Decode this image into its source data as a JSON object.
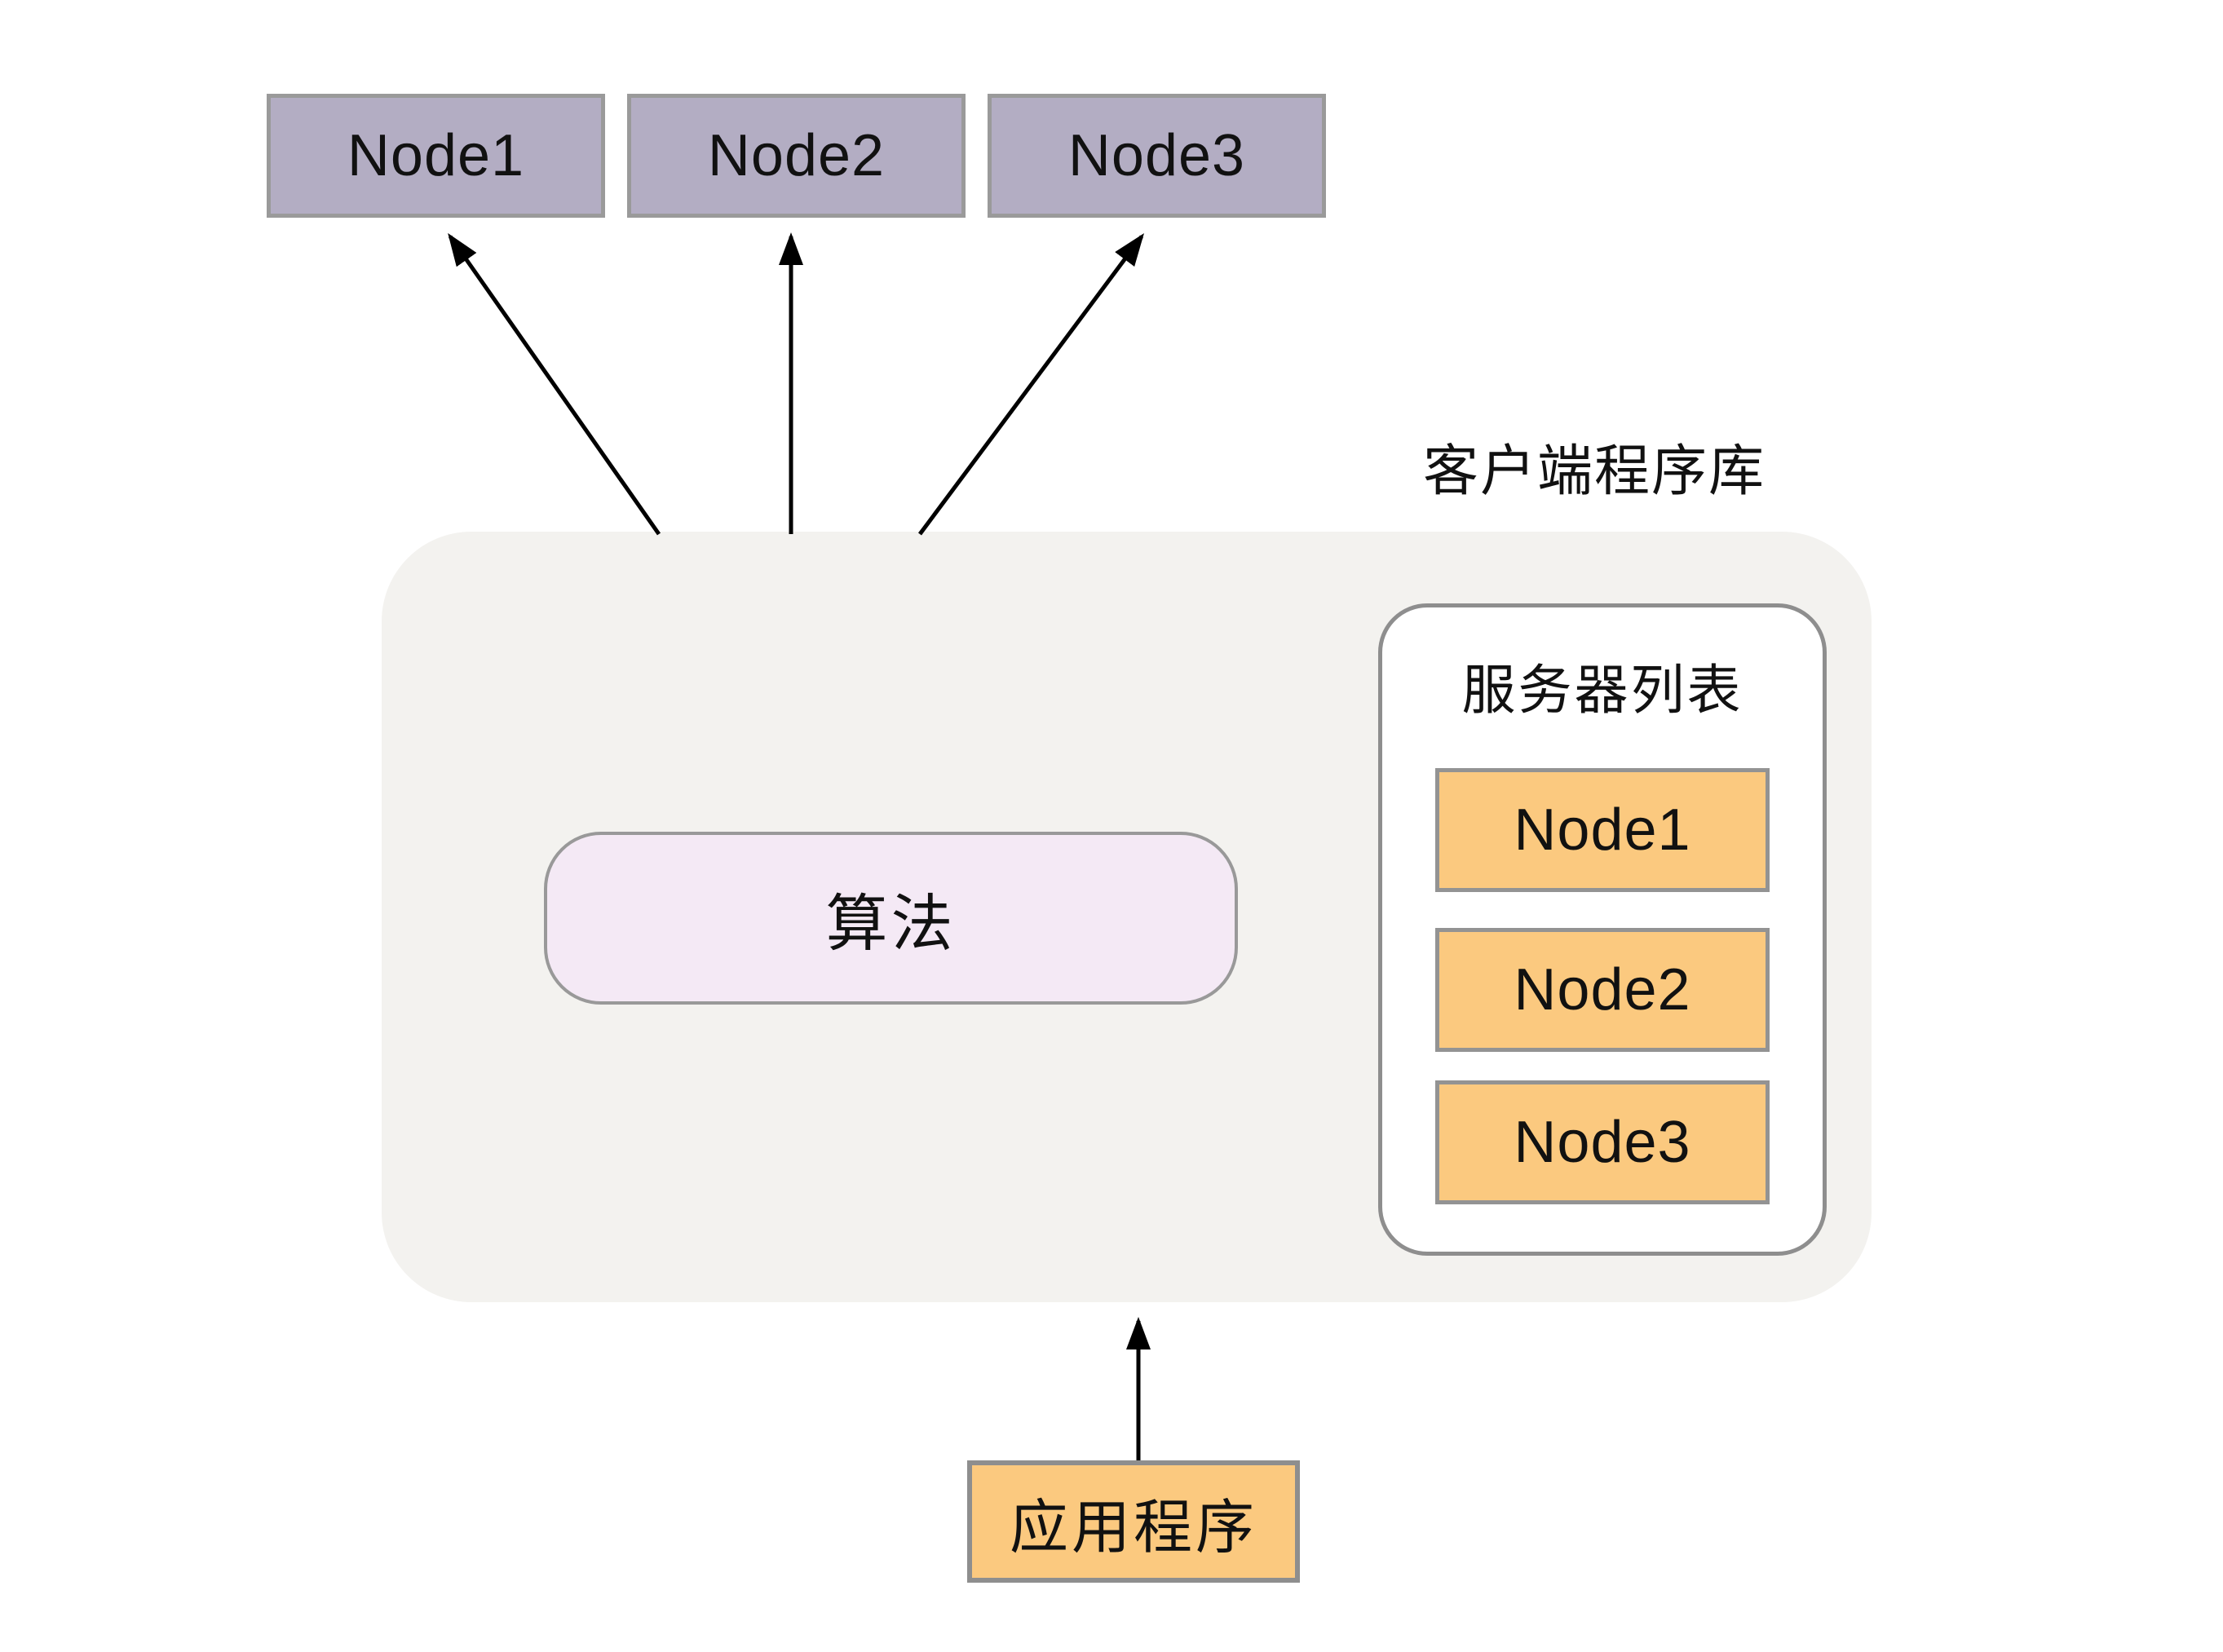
{
  "diagram": {
    "top_nodes": [
      {
        "label": "Node1"
      },
      {
        "label": "Node2"
      },
      {
        "label": "Node3"
      }
    ],
    "client_library": {
      "label": "客户端程序库",
      "algorithm_label": "算法",
      "server_list": {
        "title": "服务器列表",
        "nodes": [
          {
            "label": "Node1"
          },
          {
            "label": "Node2"
          },
          {
            "label": "Node3"
          }
        ]
      }
    },
    "application": {
      "label": "应用程序"
    },
    "colors": {
      "top_node_fill": "#b3adc3",
      "top_node_border": "#9a9a9a",
      "container_fill": "#f3f2ef",
      "algorithm_fill": "#f4e9f5",
      "algorithm_border": "#999999",
      "server_box_fill": "#ffffff",
      "server_box_border": "#8e8e8e",
      "orange_fill": "#fbc97f",
      "orange_border": "#939393",
      "arrow_color": "#000000"
    }
  }
}
